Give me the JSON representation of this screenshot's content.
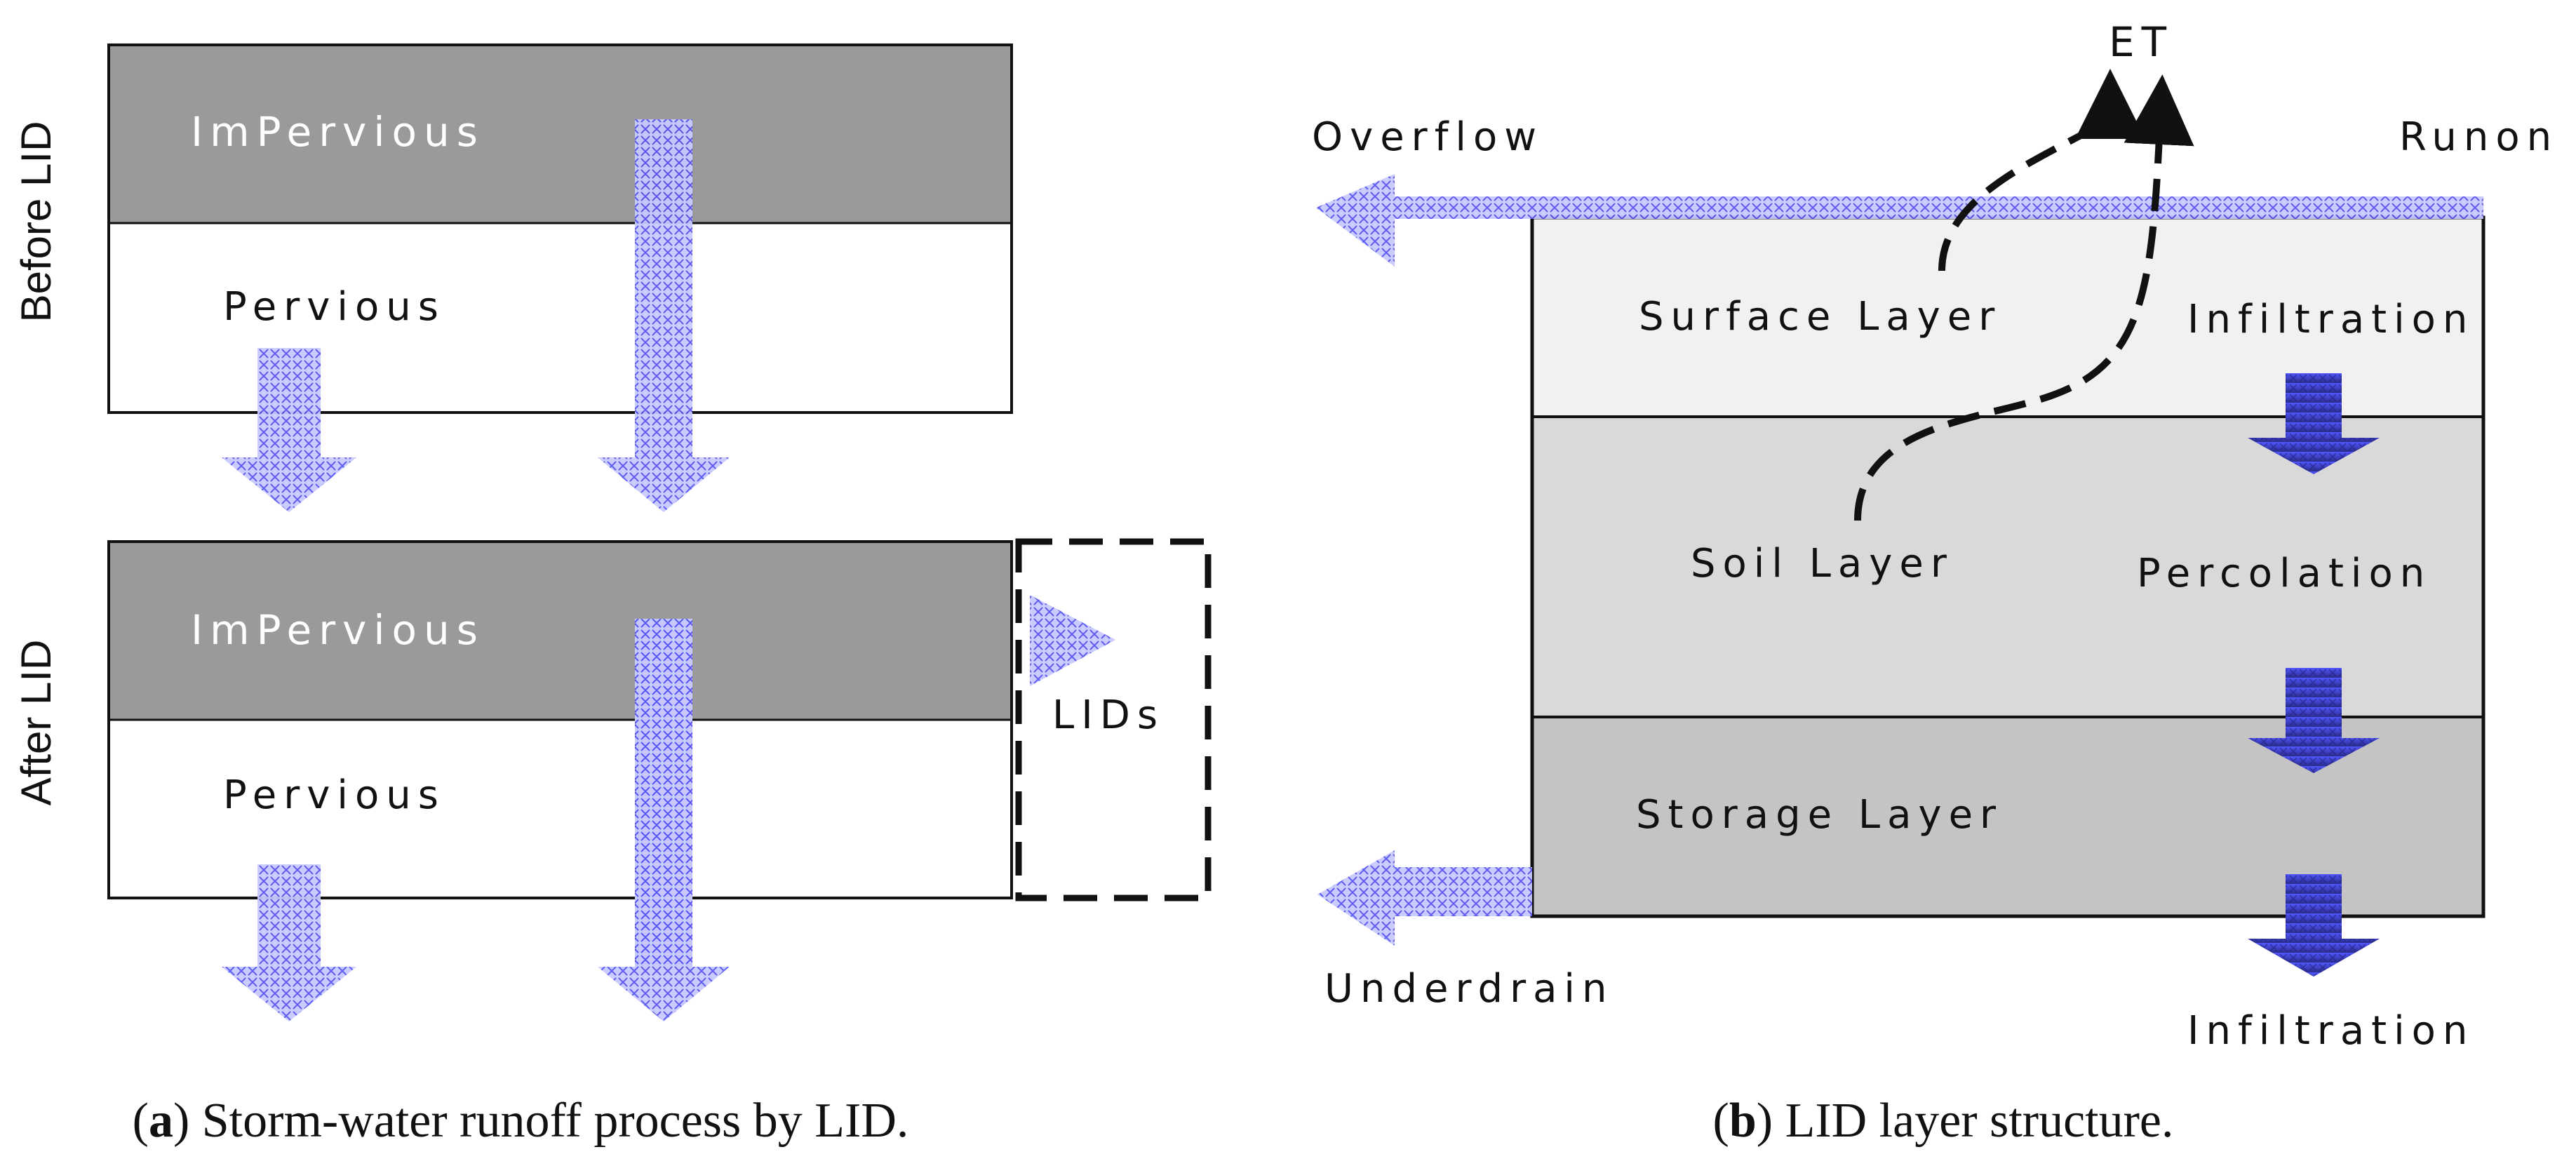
{
  "panel_a": {
    "before": {
      "row_label": "Before LID",
      "impervious_label": "ImPervious",
      "pervious_label": "Pervious"
    },
    "after": {
      "row_label": "After LID",
      "impervious_label": "ImPervious",
      "pervious_label": "Pervious",
      "lids_label": "LIDs"
    },
    "caption": {
      "letter": "a",
      "text": " Storm-water runoff process by LID."
    }
  },
  "panel_b": {
    "et_label": "ET",
    "overflow_label": "Overflow",
    "runon_label": "Runon",
    "underdrain_label": "Underdrain",
    "layers": {
      "surface": "Surface Layer",
      "soil": "Soil Layer",
      "storage": "Storage Layer"
    },
    "flows": {
      "infiltration_top": "Infiltration",
      "percolation": "Percolation",
      "infiltration_bottom": "Infiltration"
    },
    "caption": {
      "letter": "b",
      "text": " LID layer structure."
    }
  },
  "colors": {
    "impervious_fill": "#9a9a9a",
    "surface_fill": "#f1f1f1",
    "soil_fill": "#d9d9d9",
    "storage_fill": "#c4c4c4",
    "flow_blue": "#7b7cf4",
    "flow_dark": "#3a3fd0"
  }
}
